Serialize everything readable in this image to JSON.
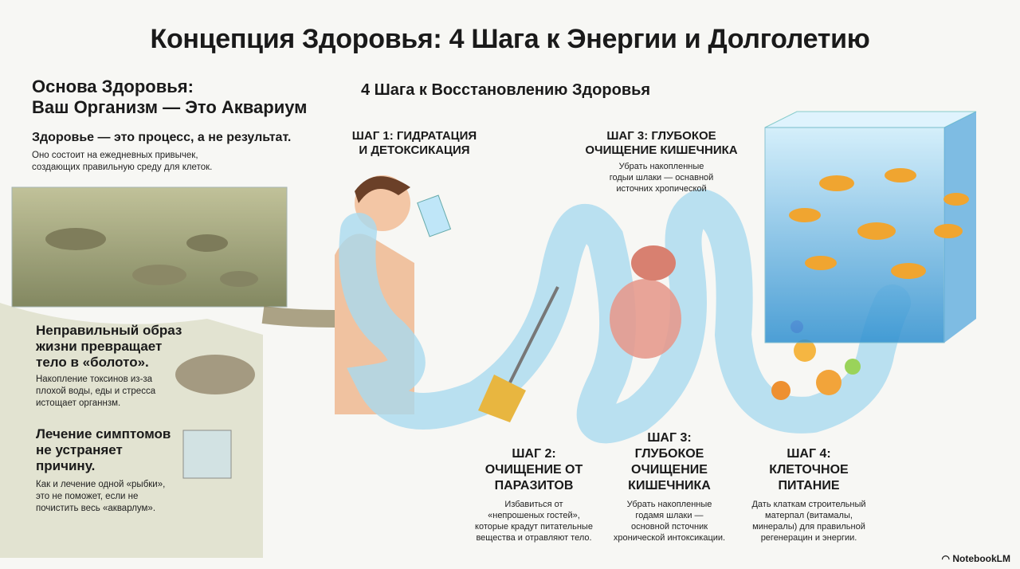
{
  "title": "Концепция Здоровья: 4 Шага к Энергии и Долголетию",
  "left": {
    "heading_line1": "Основа Здоровья:",
    "heading_line2": "Ваш Организм — Это Аквариум",
    "subheading": "Здоровье — это процесс, а не результат.",
    "intro_line1": "Оно состоит на ежедневных привычек,",
    "intro_line2": "создающих правильную среду для клеток.",
    "block1_title": [
      "Неправильный образ",
      "жизни превращает",
      "тело в «болото»."
    ],
    "block1_text": [
      "Накопление токсинов из-за",
      "плохой воды, еды и стресса",
      "истощает органнзм."
    ],
    "block2_title": [
      "Лечение симптомов",
      "не устраняет",
      "причину."
    ],
    "block2_text": [
      "Как и лечение одной «рыбки»,",
      "это не поможет, если не",
      "почистить весь «акварлум»."
    ]
  },
  "steps_heading": "4 Шага к Восстановлению Здоровья",
  "step1": {
    "title": [
      "ШАГ 1: ГИДРАТАЦИЯ",
      "И ДЕТОКСИКАЦИЯ"
    ]
  },
  "step3_top": {
    "title": [
      "ШАГ 3: ГЛУБОКОЕ",
      "ОЧИЩЕНИЕ КИШЕЧНИКА"
    ],
    "text": [
      "Убрать накопленные",
      "годыи шлаки — оснавной",
      "источних хропической"
    ]
  },
  "step2": {
    "title": [
      "ШАГ 2:",
      "ОЧИЩЕНИЕ ОТ",
      "ПАРАЗИТОВ"
    ],
    "text": [
      "Избавиться от",
      "«непрошеных гостей»,",
      "которые крадут питательные",
      "вещества и отравляют тело."
    ]
  },
  "step3": {
    "title": [
      "ШАГ 3:",
      "ГЛУБОКОЕ",
      "ОЧИЩЕНИЕ",
      "КИШЕЧНИКА"
    ],
    "text": [
      "Убрать накопленные",
      "годамя шлаки —",
      "основной псточник",
      "хронической интоксикации."
    ]
  },
  "step4": {
    "title": [
      "ШАГ 4:",
      "КЛЕТОЧНОЕ",
      "ПИТАНИЕ"
    ],
    "text": [
      "Дать клаткам строительный",
      "матерпал (витамалы,",
      "минералы) для правильной",
      "регенерацин и энергии."
    ]
  },
  "watermark": "NotebookLM",
  "colors": {
    "murky": "#8a8f5a",
    "clean": "#5fb8e6",
    "tube": "#a9d9ef",
    "fish": "#f0a530"
  }
}
